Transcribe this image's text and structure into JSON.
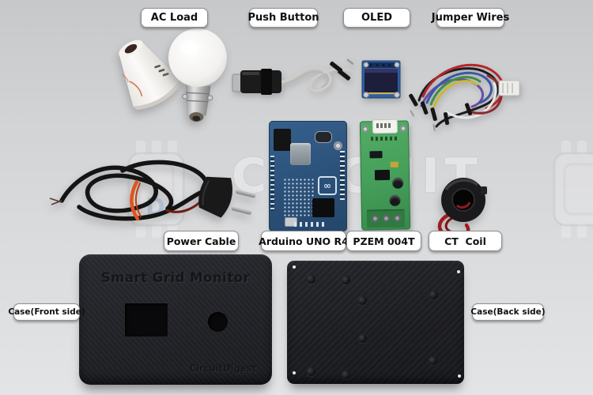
{
  "photo_labels": {
    "ac_load": "AC Load",
    "push_button": "Push Button",
    "oled": "OLED",
    "jumper_wires": "Jumper Wires",
    "power_cable": "Power Cable",
    "arduino_uno": "Arduino UNO R4",
    "pzem": "PZEM 004T",
    "ct_coil": "CT  Coil",
    "case_front": "Case(Front side)",
    "case_back": "Case(Back side)"
  },
  "case_engravings": {
    "title": "Smart Grid Monitor",
    "brand": "CircuitDigest"
  },
  "watermark": {
    "text": "CIRCUIT",
    "icon_letter": "D"
  },
  "icons": {
    "arduino_logo": "∞"
  },
  "colors": {
    "background_top": "#c7c8ca",
    "background_bottom": "#e3e4e6",
    "label_bg": "#ffffff",
    "label_text": "#101010",
    "label_border": "#8f8f8f",
    "arduino_board_blue": "#2b5179",
    "pzem_board_green": "#45a05a",
    "oled_pcb_blue": "#2f5f9e",
    "oled_screen": "#1d1d3c",
    "case_black": "#212227",
    "cable_tie_orange": "#e0541e",
    "ct_wire_red": "#9e1b1e",
    "bulb_white": "#f4f3f1"
  }
}
